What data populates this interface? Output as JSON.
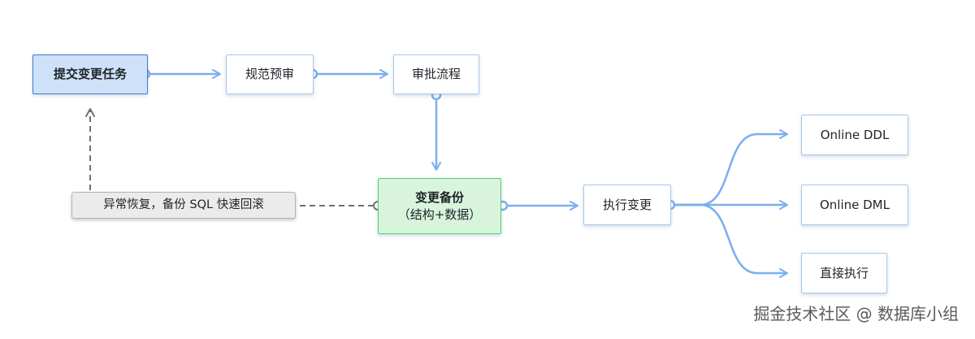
{
  "nodes": {
    "submit": "提交变更任务",
    "precheck": "规范预审",
    "approval": "审批流程",
    "backup_line1": "变更备份",
    "backup_line2": "（结构+数据）",
    "execute": "执行变更",
    "online_ddl": "Online DDL",
    "online_dml": "Online DML",
    "direct_exec": "直接执行",
    "recovery": "异常恢复，备份 SQL 快速回滚"
  },
  "colors": {
    "arrow": "#7aaef0",
    "dashed": "#707070",
    "start_fill": "#cfe1f8",
    "backup_fill": "#d8f5dc"
  },
  "watermark": "掘金技术社区 @ 数据库小组"
}
